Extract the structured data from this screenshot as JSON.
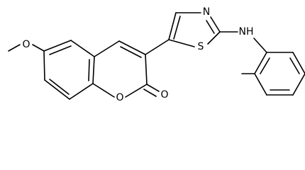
{
  "atoms": {
    "methoxy_o": "O",
    "lactone_o": "O",
    "carbonyl_o": "O",
    "thiazole_n": "N",
    "thiazole_s": "S",
    "amine": "NH"
  },
  "colors": {
    "bond": "#000000",
    "label": "#000000",
    "background": "#ffffff"
  }
}
